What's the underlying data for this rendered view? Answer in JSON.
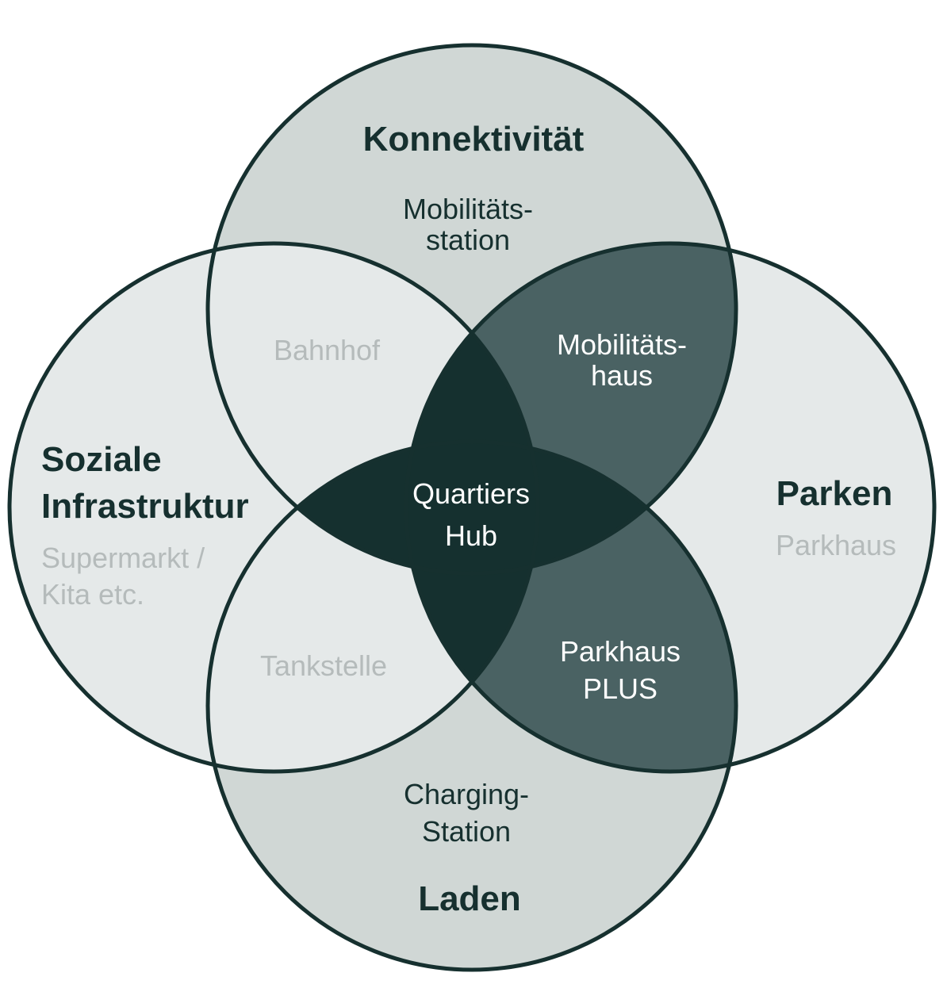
{
  "colors": {
    "background": "#ffffff",
    "outline": "#16302f",
    "circle_top_bottom": "#d0d7d5",
    "circle_left_right": "#e5e9e9",
    "pair_overlap_left": "#e5e9e9",
    "pair_overlap_right": "#4a6263",
    "triple_overlap": "#15302f",
    "title_text": "#16302f",
    "muted_text": "#b5bbbb",
    "light_text": "#ffffff"
  },
  "circles": {
    "top": {
      "title": "Konnektivität",
      "item_line1": "Mobilitäts-",
      "item_line2": "station"
    },
    "left": {
      "title_line1": "Soziale",
      "title_line2": "Infrastruktur",
      "item_line1": "Supermarkt /",
      "item_line2": "Kita etc."
    },
    "right": {
      "title": "Parken",
      "item": "Parkhaus"
    },
    "bottom": {
      "title": "Laden",
      "item_line1": "Charging-",
      "item_line2": "Station"
    }
  },
  "overlaps": {
    "top_left": "Bahnhof",
    "top_right_line1": "Mobilitäts-",
    "top_right_line2": "haus",
    "bottom_left": "Tankstelle",
    "bottom_right_line1": "Parkhaus",
    "bottom_right_line2": "PLUS"
  },
  "center": {
    "line1": "Quartiers",
    "line2": "Hub"
  }
}
